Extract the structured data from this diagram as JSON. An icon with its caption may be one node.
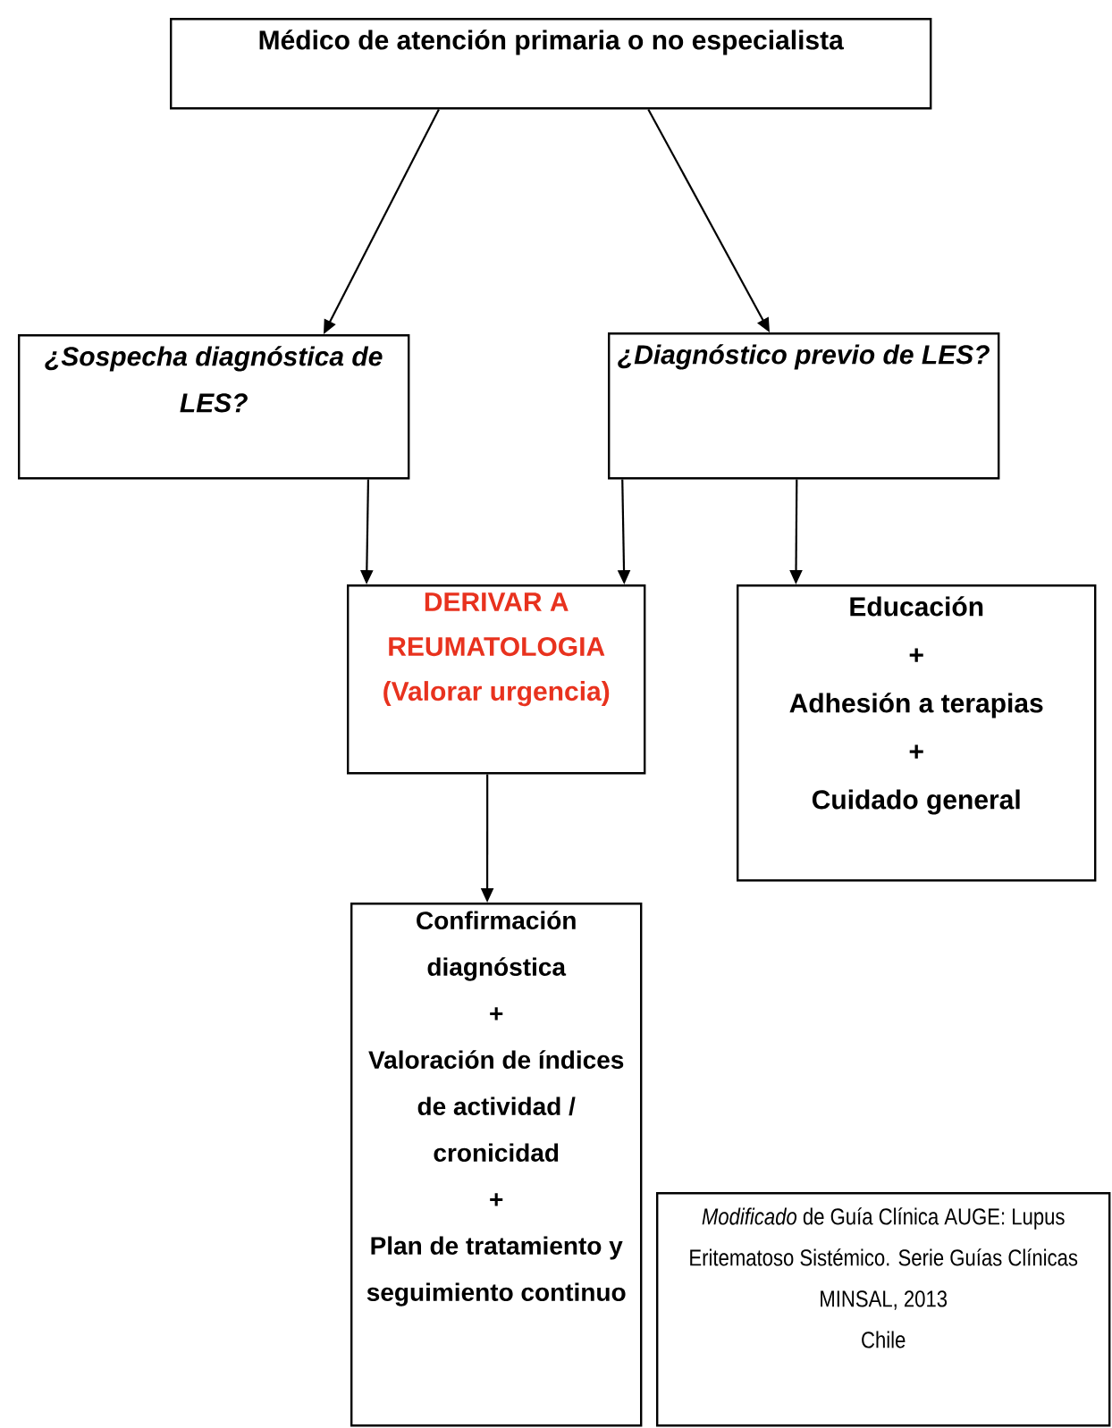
{
  "diagram": {
    "nodes": [
      {
        "text": [
          "Médico de atención primaria o no especialista"
        ]
      },
      {
        "text": [
          "¿Sospecha diagnóstica de LES?"
        ]
      },
      {
        "text": [
          "¿Diagnóstico previo de LES?"
        ]
      },
      {
        "text": [
          "DERIVAR A REUMATOLOGIA",
          "(Valorar urgencia)"
        ]
      },
      {
        "text": [
          "Educación",
          "+",
          "Adhesión a terapias",
          "+",
          "Cuidado general"
        ]
      },
      {
        "text": [
          "Confirmación diagnóstica",
          "+",
          "Valoración de índices de actividad / cronicidad",
          "+",
          "Plan de tratamiento y seguimiento continuo"
        ]
      },
      {
        "text": [
          "*Modificado* de Guía Clínica AUGE: Lupus Eritematoso Sistémico. Serie Guías Clínicas MINSAL, 2013",
          "Chile"
        ]
      }
    ],
    "edges": [
      {
        "from": 0,
        "to": 1,
        "arrow": "to"
      },
      {
        "from": 0,
        "to": 2,
        "arrow": "to"
      },
      {
        "from": 1,
        "to": 3,
        "arrow": "to"
      },
      {
        "from": 2,
        "to": 3,
        "arrow": "to"
      },
      {
        "from": 2,
        "to": 4,
        "arrow": "to"
      },
      {
        "from": 3,
        "to": 5,
        "arrow": "to"
      }
    ]
  }
}
